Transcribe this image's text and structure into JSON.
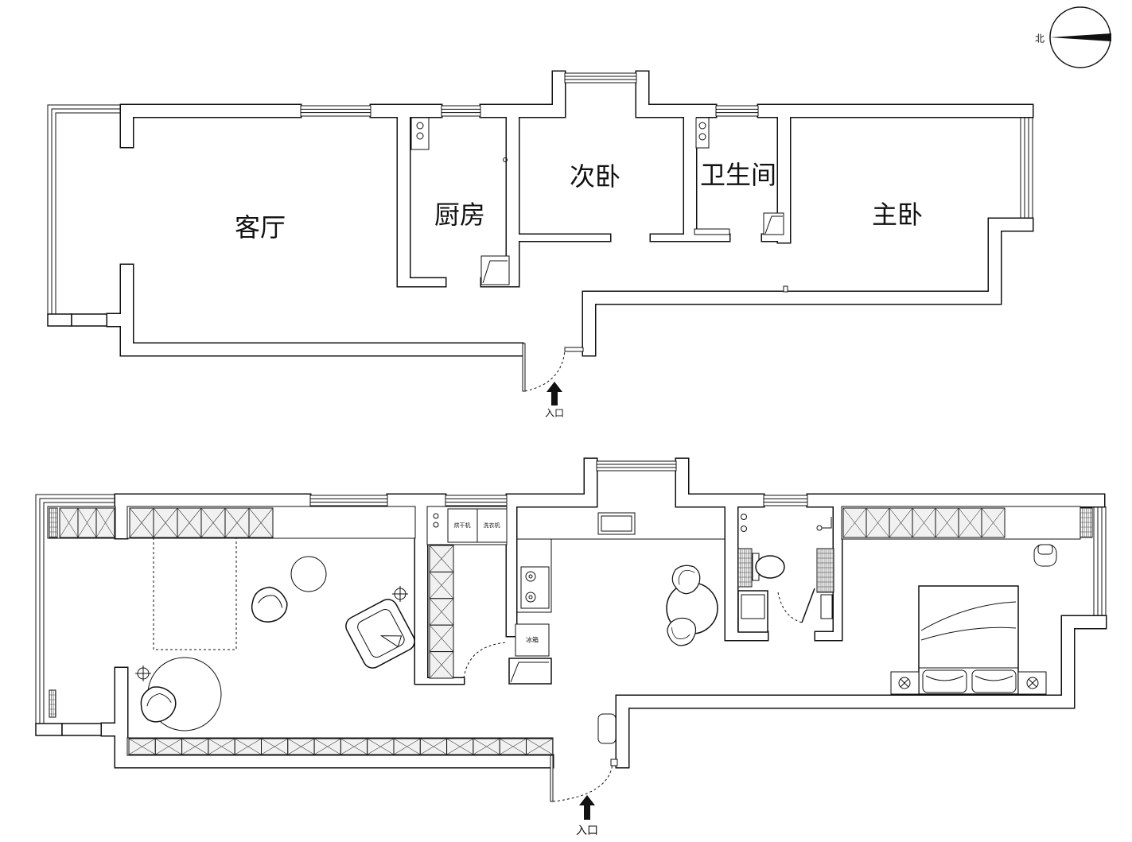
{
  "compass": {
    "north_label": "北"
  },
  "plans": {
    "before": {
      "rooms": {
        "living_room": "客厅",
        "kitchen": "厨房",
        "second_bedroom": "次卧",
        "bathroom": "卫生间",
        "master_bedroom": "主卧"
      },
      "entrance_label": "入口"
    },
    "after": {
      "entrance_label": "入口",
      "appliance_labels": {
        "dryer": "烘干机",
        "washer": "洗衣机",
        "fridge": "冰箱"
      }
    }
  }
}
